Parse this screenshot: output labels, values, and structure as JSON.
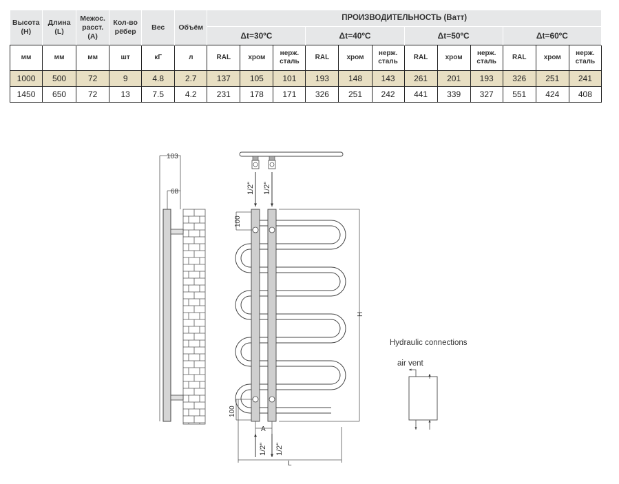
{
  "table": {
    "headers": {
      "height": [
        "Высота",
        "(H)"
      ],
      "length": [
        "Длина",
        "(L)"
      ],
      "spacing": [
        "Межос.",
        "расст.",
        "(A)"
      ],
      "fins": [
        "Кол-во",
        "рёбер"
      ],
      "weight": [
        "Вес"
      ],
      "volume": [
        "Объём"
      ],
      "performance": "ПРОИЗВОДИТЕЛЬНОСТЬ (Ватт)",
      "dt": [
        "Δt=30ºC",
        "Δt=40ºC",
        "Δt=50ºC",
        "Δt=60ºC"
      ]
    },
    "units": [
      "мм",
      "мм",
      "мм",
      "шт",
      "кГ",
      "л"
    ],
    "finish_labels": [
      "RAL",
      "хром",
      [
        "нерж.",
        "сталь"
      ]
    ],
    "rows": [
      [
        "1000",
        "500",
        "72",
        "9",
        "4.8",
        "2.7",
        "137",
        "105",
        "101",
        "193",
        "148",
        "143",
        "261",
        "201",
        "193",
        "326",
        "251",
        "241"
      ],
      [
        "1450",
        "650",
        "72",
        "13",
        "7.5",
        "4.2",
        "231",
        "178",
        "171",
        "326",
        "251",
        "242",
        "441",
        "339",
        "327",
        "551",
        "424",
        "408"
      ]
    ],
    "highlight_row_color": "#e8dfc3",
    "header_bg": "#e6e7e8"
  },
  "drawing": {
    "dim_103": "103",
    "dim_68": "68",
    "pipe_half_inch": "1/2\"",
    "dim_100": "100",
    "dim_H": "H",
    "dim_A": "A",
    "dim_L": "L",
    "hydraulic_title": "Hydraulic connections",
    "air_vent": "air vent"
  }
}
